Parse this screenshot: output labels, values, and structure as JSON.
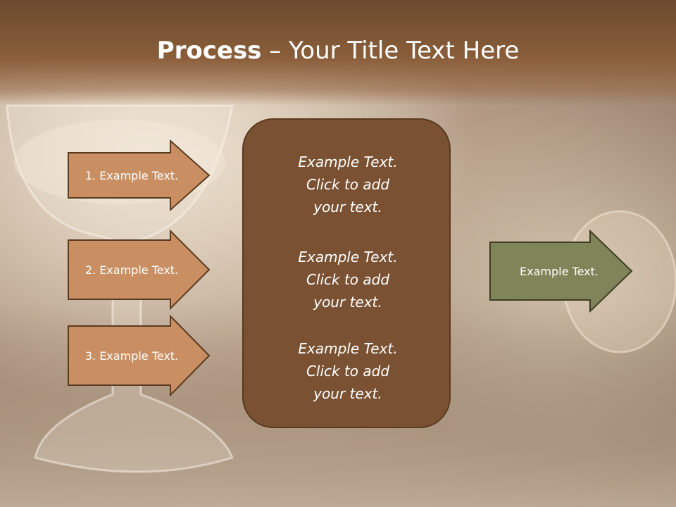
{
  "slide": {
    "title_bold": "Process",
    "title_rest": " – Your Title Text Here",
    "left_steps": [
      {
        "label": "1. Example Text."
      },
      {
        "label": "2. Example Text."
      },
      {
        "label": "3. Example Text."
      }
    ],
    "center_items": [
      {
        "line1": "Example Text.",
        "line2": "Click  to add",
        "line3": "your text."
      },
      {
        "line1": "Example Text.",
        "line2": "Click  to add",
        "line3": "your text."
      },
      {
        "line1": "Example Text.",
        "line2": "Click  to add",
        "line3": "your text."
      }
    ],
    "result": {
      "label": "Example Text."
    }
  },
  "colors": {
    "left_arrow_fill": "#c98f63",
    "left_arrow_stroke": "#5a3a20",
    "center_box_fill": "#7a5233",
    "result_arrow_fill": "#7f8558",
    "title_bar": "#7a5233"
  },
  "icons": {
    "background": "champagne-glasses-photo"
  }
}
